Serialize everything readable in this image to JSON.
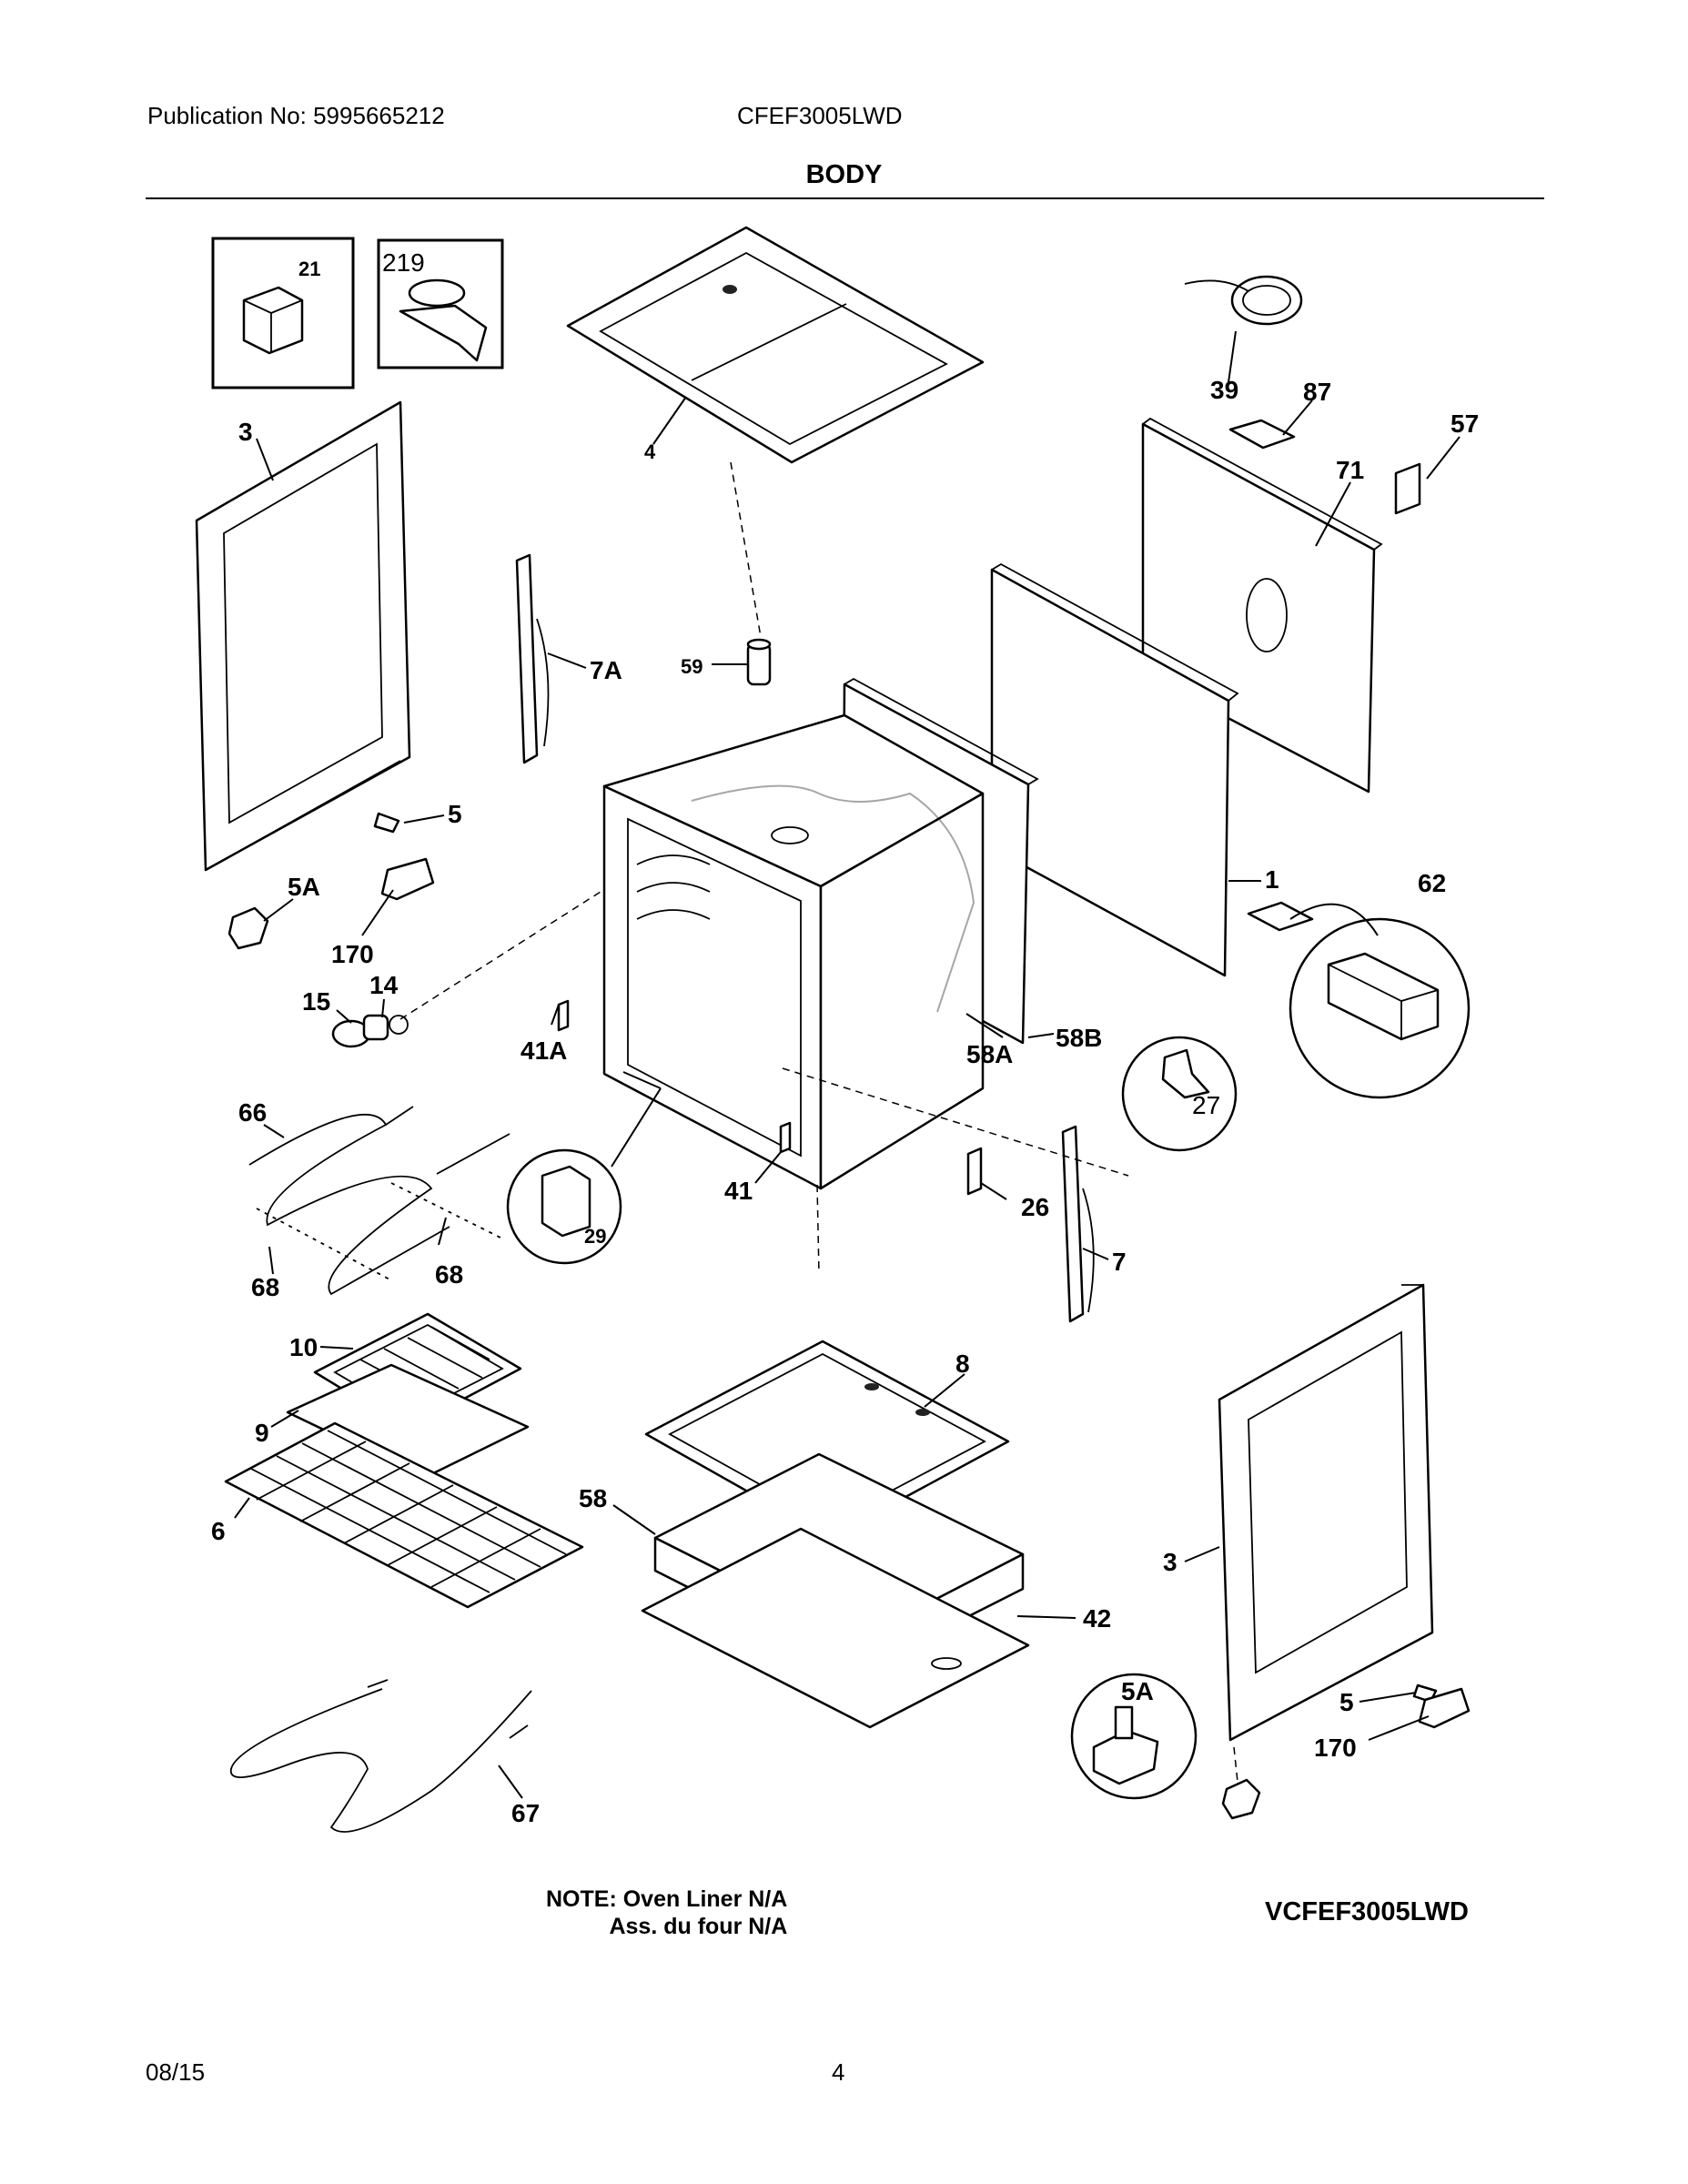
{
  "header": {
    "publication": "Publication No: 5995665212",
    "model": "CFEF3005LWD"
  },
  "section_title": "BODY",
  "callouts": {
    "p21": "21",
    "p219": "219",
    "p3a": "3",
    "p4": "4",
    "p39": "39",
    "p87": "87",
    "p57": "57",
    "p71": "71",
    "p7A": "7A",
    "p59": "59",
    "p5a": "5",
    "p5A1": "5A",
    "p170a": "170",
    "p14": "14",
    "p15": "15",
    "p1": "1",
    "p62": "62",
    "p41A": "41A",
    "p58A": "58A",
    "p58B": "58B",
    "p27": "27",
    "p66": "66",
    "p41": "41",
    "p26": "26",
    "p29": "29",
    "p7": "7",
    "p68a": "68",
    "p68b": "68",
    "p10": "10",
    "p8": "8",
    "p9": "9",
    "p58": "58",
    "p6": "6",
    "p3b": "3",
    "p42": "42",
    "p5A2": "5A",
    "p5b": "5",
    "p170b": "170",
    "p67": "67"
  },
  "note": {
    "line1": "NOTE: Oven Liner N/A",
    "line2": "Ass. du four N/A"
  },
  "diagram_code": "VCFEF3005LWD",
  "footer": {
    "date": "08/15",
    "page": "4"
  }
}
